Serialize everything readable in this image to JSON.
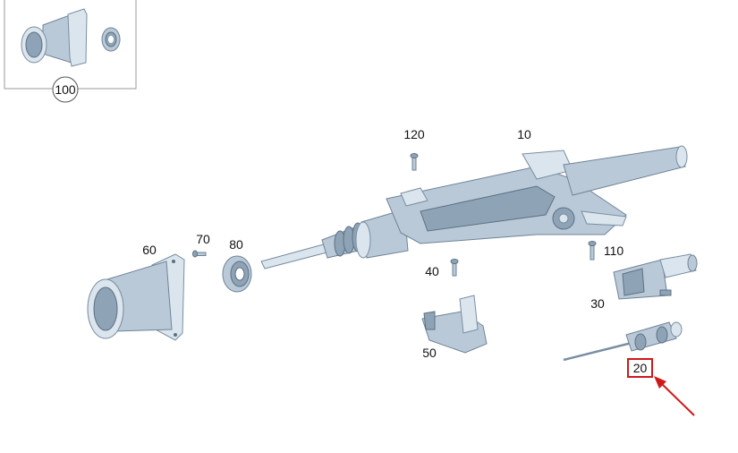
{
  "diagram": {
    "callouts": [
      {
        "id": "100",
        "label": "100"
      },
      {
        "id": "120",
        "label": "120"
      },
      {
        "id": "10",
        "label": "10"
      },
      {
        "id": "60",
        "label": "60"
      },
      {
        "id": "70",
        "label": "70"
      },
      {
        "id": "80",
        "label": "80"
      },
      {
        "id": "40",
        "label": "40"
      },
      {
        "id": "110",
        "label": "110"
      },
      {
        "id": "30",
        "label": "30"
      },
      {
        "id": "50",
        "label": "50"
      },
      {
        "id": "20",
        "label": "20"
      }
    ],
    "highlighted_callout": "20",
    "colors": {
      "part_fill": "#b9c9d8",
      "part_shadow": "#8ea3b6",
      "highlight_box": "#d01818",
      "arrow": "#d01818",
      "inset_border": "#9a9a9a"
    }
  }
}
